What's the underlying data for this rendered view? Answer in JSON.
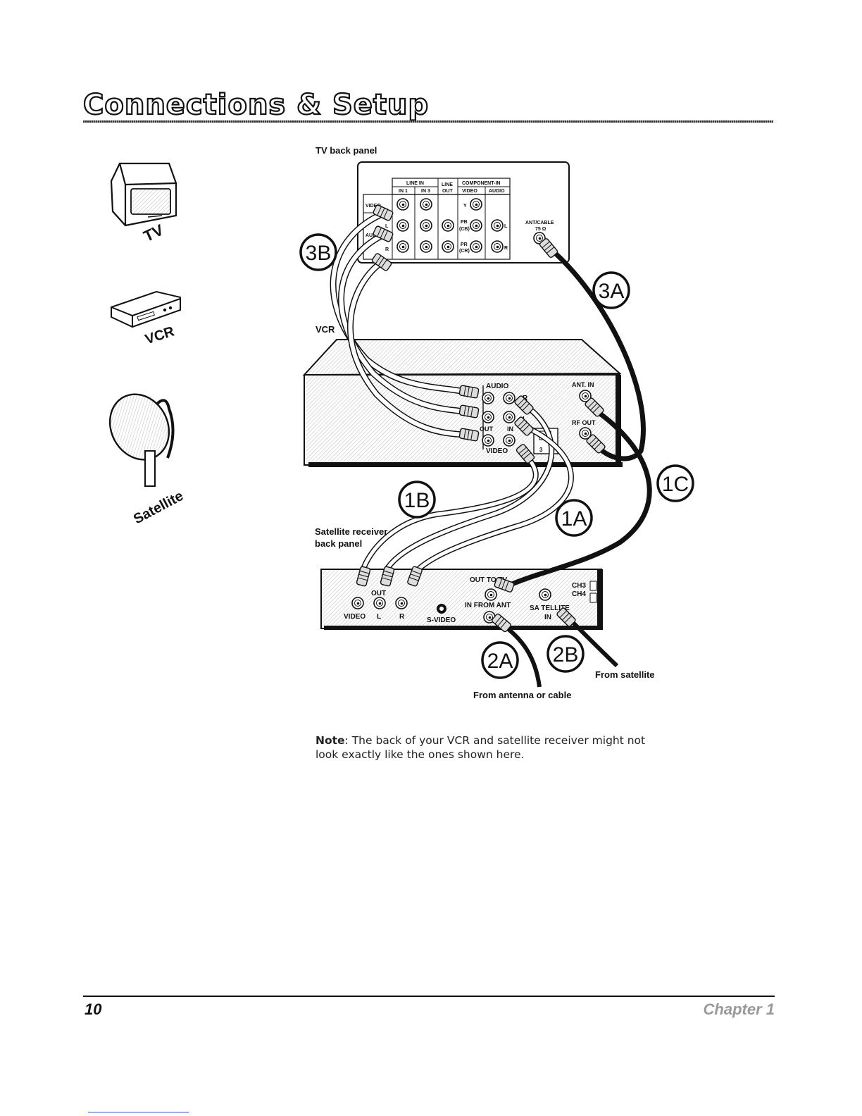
{
  "header": {
    "title": "Connections & Setup"
  },
  "footer": {
    "page_number": "10",
    "chapter": "Chapter 1"
  },
  "icons": {
    "tv_label": "TV",
    "vcr_label": "VCR",
    "satellite_label": "Satellite"
  },
  "tv_panel": {
    "title": "TV back panel",
    "line_in": "LINE IN",
    "in1": "IN 1",
    "in3": "IN 3",
    "line_out_top": "LINE",
    "line_out_bottom": "OUT",
    "component_in": "COMPONENT-IN",
    "comp_video": "VIDEO",
    "comp_audio": "AUDIO",
    "row_video": "VIDEO",
    "row_audio": "AUDIO",
    "l": "L",
    "r": "R",
    "y": "Y",
    "pb": "PB",
    "cb": "(CB)",
    "pr": "PR",
    "cr": "(CR)",
    "ant_cable": "ANT/CABLE",
    "ohm": "75 Ω"
  },
  "vcr": {
    "title": "VCR",
    "audio": "AUDIO",
    "out": "OUT",
    "in": "IN",
    "video": "VIDEO",
    "r": "R",
    "l": "L",
    "ch": "CH",
    "ch3": "3",
    "ch4": "4",
    "ant_in": "ANT. IN",
    "rf_out": "RF OUT"
  },
  "satellite_receiver": {
    "title_line1": "Satellite receiver",
    "title_line2": "back panel",
    "out": "OUT",
    "video": "VIDEO",
    "l": "L",
    "r": "R",
    "s_video": "S-VIDEO",
    "out_to_tv": "OUT  TO  TV",
    "in_from_ant": "IN FROM ANT",
    "satellite_line1": "SA TELLITE",
    "satellite_line2": "IN",
    "ch3": "CH3",
    "ch4": "CH4"
  },
  "callouts": [
    "3B",
    "3A",
    "1B",
    "1A",
    "1C",
    "2A",
    "2B"
  ],
  "labels": {
    "from_antenna": "From antenna or cable",
    "from_satellite": "From satellite"
  },
  "note": {
    "bold": "Note",
    "text": ": The back of your VCR and satellite receiver might not look exactly like the ones shown here."
  }
}
